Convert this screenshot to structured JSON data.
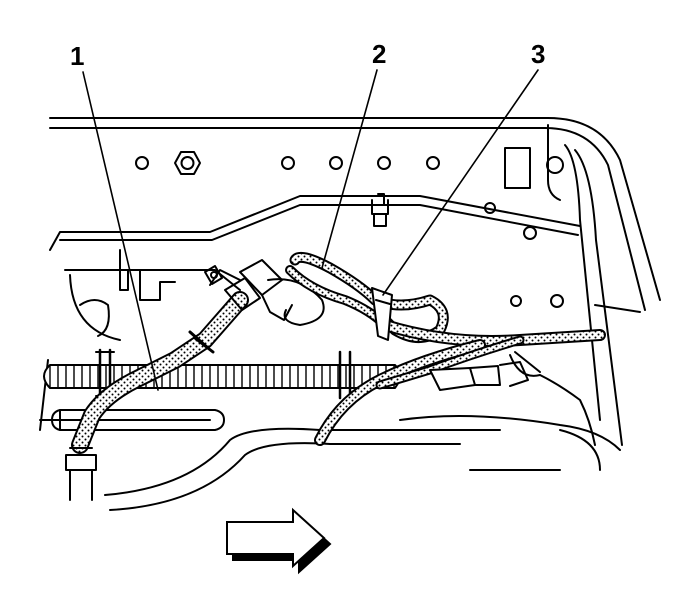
{
  "diagram": {
    "callouts": [
      {
        "id": "1",
        "label": "1"
      },
      {
        "id": "2",
        "label": "2"
      },
      {
        "id": "3",
        "label": "3"
      }
    ],
    "direction_arrow": "right-arrow-icon",
    "colors": {
      "line": "#000000",
      "background": "#ffffff",
      "arrow_shadow": "#000000"
    }
  }
}
